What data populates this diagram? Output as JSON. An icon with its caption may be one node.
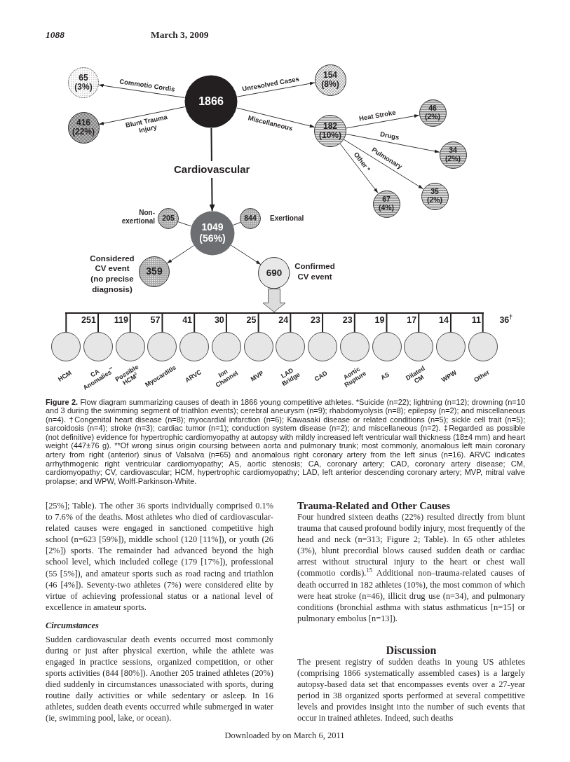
{
  "diagram": {
    "caption": "Figure 2. Flow diagram summarizing causes of death in 1866 young competitive athletes. *Suicide (n=22); lightning (n=12); drowning (n=10 and 3 during the swimming segment of triathlon events); cerebral aneurysm (n=9); rhabdomyolysis (n=8); epilepsy (n=2); and miscellaneous (n=4). †Congenital heart disease (n=8); myocardial infarction (n=6); Kawasaki disease or related conditions (n=5); sickle cell trait (n=5); sarcoidosis (n=4); stroke (n=3); cardiac tumor (n=1); conduction system disease (n=2); and miscellaneous (n=2). ‡Regarded as possible (not definitive) evidence for hypertrophic cardiomyopathy at autopsy with mildly increased left ventricular wall thickness (18±4 mm) and heart weight (447±76 g). **Of wrong sinus origin coursing between aorta and pulmonary trunk; most commonly, anomalous left main coronary artery from right (anterior) sinus of Valsalva (n=65) and anomalous right coronary artery from the left sinus (n=16). ARVC indicates arrhythmogenic right ventricular cardiomyopathy; AS, aortic stenosis; CA, coronary artery; CAD, coronary artery disease; CM, cardiomyopathy; CV, cardiovascular; HCM, hypertrophic cardiomyopathy; LAD, left anterior descending coronary artery; MVP, mitral valve prolapse; and WPW, Wolff-Parkinson-White.",
    "nodes": [
      {
        "text": [
          "65 (3%)"
        ]
      },
      {
        "text": [
          "1866"
        ]
      },
      {
        "text": [
          "154 (8%)"
        ]
      },
      {
        "text": [
          "416 (22%)"
        ]
      },
      {
        "text": [
          "182 (10%)"
        ]
      },
      {
        "text": [
          "46 (2%)"
        ]
      },
      {
        "text": [
          "34 (2%)"
        ]
      },
      {
        "text": [
          "35 (2%)"
        ]
      },
      {
        "text": [
          "67 (4%)"
        ]
      },
      {
        "text": [
          "205"
        ],
        "beside": [
          "Non-exertional"
        ]
      },
      {
        "text": [
          "1049 (56%)"
        ]
      },
      {
        "text": [
          "844"
        ],
        "beside": [
          "Exertional"
        ]
      },
      {
        "text": [
          "359"
        ],
        "beside": [
          "Considered CV event (no precise diagnosis)"
        ]
      },
      {
        "text": [
          "690"
        ],
        "beside": [
          "Confirmed CV event"
        ]
      },
      {
        "text": [],
        "shape": "bar"
      },
      {
        "text": [],
        "shape": "circle",
        "beside": [
          "HCM"
        ]
      },
      {
        "text": [],
        "shape": "circle",
        "beside": [
          "CA Anomalies$^{**}$"
        ]
      },
      {
        "text": [],
        "shape": "circle",
        "beside": [
          "Possible HCM$^{‡}$"
        ]
      },
      {
        "text": [],
        "shape": "circle",
        "beside": [
          "Myocarditis"
        ]
      },
      {
        "text": [],
        "shape": "circle",
        "beside": [
          "ARVC"
        ]
      },
      {
        "text": [],
        "shape": "circle",
        "beside": [
          "Ion Channel"
        ]
      },
      {
        "text": [],
        "shape": "circle",
        "beside": [
          "MVP"
        ]
      },
      {
        "text": [],
        "shape": "circle",
        "beside": [
          "LAD Bridge"
        ]
      },
      {
        "text": [],
        "shape": "circle",
        "beside": [
          "CAD"
        ]
      },
      {
        "text": [],
        "shape": "circle",
        "beside": [
          "Aortic Rupture"
        ]
      },
      {
        "text": [],
        "shape": "circle",
        "beside": [
          "AS"
        ]
      },
      {
        "text": [],
        "shape": "circle",
        "beside": [
          "Dilated CM"
        ]
      },
      {
        "text": [],
        "shape": "circle",
        "beside": [
          "WPW"
        ]
      },
      {
        "text": [],
        "shape": "circle",
        "beside": [
          "Other"
        ]
      }
    ],
    "edges": [
      {
        "from": 1,
        "to": 0,
        "arrow": "to",
        "label": "Commotio Cordis"
      },
      {
        "from": 1,
        "to": 2,
        "arrow": "to",
        "label": "Unresolved Cases"
      },
      {
        "from": 1,
        "to": 3,
        "arrow": "to",
        "label": "Blunt Trauma Injury"
      },
      {
        "from": 1,
        "to": 4,
        "arrow": "to",
        "label": "Miscellaneous"
      },
      {
        "from": 4,
        "to": 5,
        "arrow": "to",
        "label": "Heat Stroke"
      },
      {
        "from": 4,
        "to": 6,
        "arrow": "to",
        "label": "Drugs"
      },
      {
        "from": 4,
        "to": 7,
        "arrow": "to",
        "label": "Pulmonary"
      },
      {
        "from": 4,
        "to": 8,
        "arrow": "to",
        "label": "Other *"
      },
      {
        "from": 1,
        "to": 10,
        "arrow": "to",
        "label": "Cardiovascular"
      },
      {
        "from": 9,
        "to": 10,
        "arrow": "none"
      },
      {
        "from": 11,
        "to": 10,
        "arrow": "none"
      },
      {
        "from": 10,
        "to": 12,
        "arrow": "to"
      },
      {
        "from": 10,
        "to": 13,
        "arrow": "to"
      },
      {
        "from": 13,
        "to": 14,
        "arrow": "to"
      },
      {
        "from": 14,
        "to": 15,
        "arrow": "none"
      },
      {
        "from": 14,
        "to": 16,
        "arrow": "none"
      },
      {
        "from": 14,
        "to": 17,
        "arrow": "none"
      },
      {
        "from": 14,
        "to": 18,
        "arrow": "none"
      },
      {
        "from": 14,
        "to": 19,
        "arrow": "none"
      },
      {
        "from": 14,
        "to": 20,
        "arrow": "none"
      },
      {
        "from": 14,
        "to": 21,
        "arrow": "none"
      },
      {
        "from": 14,
        "to": 22,
        "arrow": "none"
      },
      {
        "from": 14,
        "to": 23,
        "arrow": "none"
      },
      {
        "from": 14,
        "to": 24,
        "arrow": "none"
      },
      {
        "from": 14,
        "to": 25,
        "arrow": "none"
      },
      {
        "from": 14,
        "to": 26,
        "arrow": "none"
      },
      {
        "from": 14,
        "to": 27,
        "arrow": "none"
      },
      {
        "from": 14,
        "to": 28,
        "arrow": "none"
      }
    ],
    "labels": [
      "1088",
      "March 3, 2009",
      "251",
      "119",
      "57",
      "41",
      "30",
      "25",
      "24",
      "23",
      "23",
      "19",
      "17",
      "14",
      "11",
      "36$^{†}$",
      "[25%]; Table). The other 36 sports individually comprised 0.1% to 7.6% of the deaths. Most athletes who died of cardiovascular-related causes were engaged in sanctioned competitive high school (n=623 [59%]), middle school (120 [11%]), or youth (26 [2%]) sports. The remainder had advanced beyond the high school level, which included college (179 [17%]), professional (55 [5%]), and amateur sports such as road racing and triathlon (46 [4%]). Seventy-two athletes (7%) were considered elite by virtue of achieving professional status or a national level of excellence in amateur sports.",
      "Circumstances",
      "Sudden cardiovascular death events occurred most commonly during or just after physical exertion, while the athlete was engaged in practice sessions, organized competition, or other sports activities (844 [80%]). Another 205 trained athletes (20%) died suddenly in circumstances unassociated with sports, during routine daily activities or while sedentary or asleep. In 16 athletes, sudden death events occurred while submerged in water (ie, swimming pool, lake, or ocean).",
      "Trauma-Related and Other Causes",
      "Four hundred sixteen deaths (22%) resulted directly from blunt trauma that caused profound bodily injury, most frequently of the head and neck (n=313; Figure 2; Table). In 65 other athletes (3%), blunt precordial blows caused sudden death or cardiac arrest without structural injury to the heart or chest wall (commotio cordis).$^{15}$ Additional non–trauma-related causes of death occurred in 182 athletes (10%), the most common of which were heat stroke (n=46), illicit drug use (n=34), and pulmonary conditions (bronchial asthma with status asthmaticus [n=15] or pulmonary embolus [n=13]).",
      "Discussion",
      "The present registry of sudden deaths in young US athletes (comprising 1866 systematically assembled cases) is a largely autopsy-based data set that encompasses events over a 27-year period in 38 organized sports performed at several competitive levels and provides insight into the number of such events that occur in trained athletes. Indeed, such deaths",
      "Downloaded by on March 6, 2011"
    ]
  }
}
